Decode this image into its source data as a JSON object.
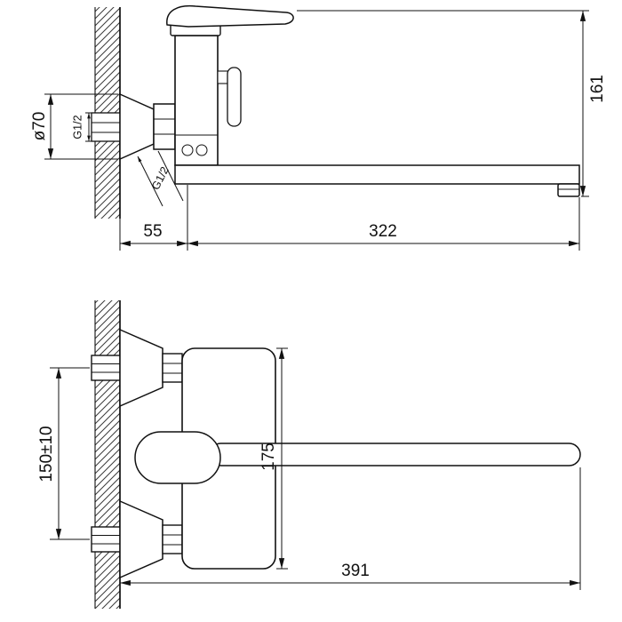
{
  "drawing": {
    "top_view": {
      "flange_diameter": "ø70",
      "wall_thread": "G1/2",
      "overall_height": "161",
      "wall_to_spout_axis": "55",
      "spout_reach": "322",
      "spout_thread": "G1/2"
    },
    "front_view": {
      "supply_centers": "150±10",
      "body_height": "175",
      "overall_length": "391"
    }
  }
}
